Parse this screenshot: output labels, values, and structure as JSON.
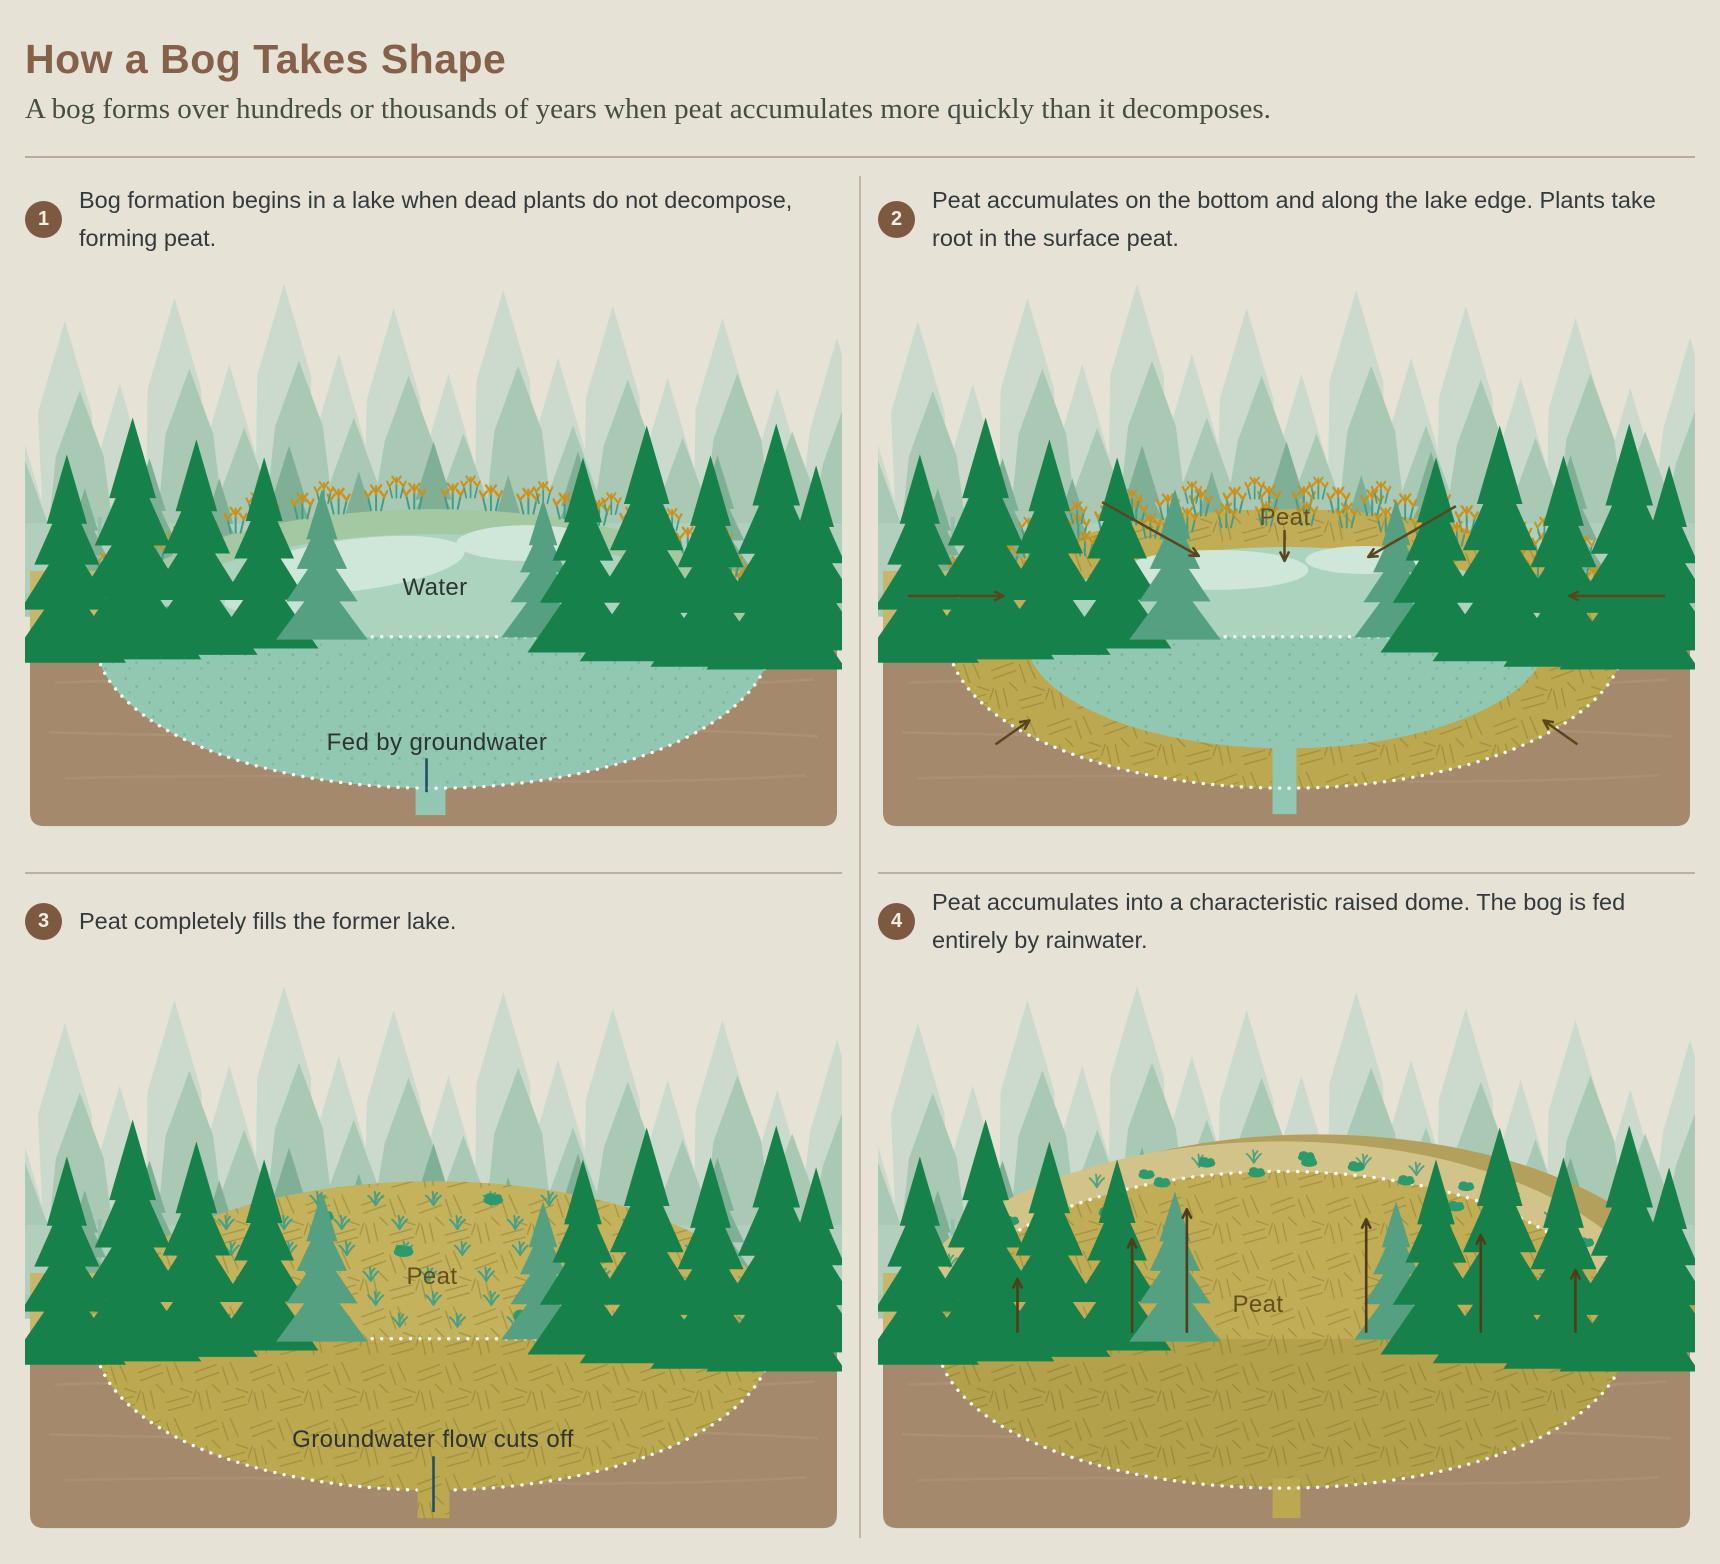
{
  "header": {
    "title": "How a Bog Takes Shape",
    "subtitle": "A bog forms over hundreds or thousands of years when peat accumulates more quickly than it decomposes."
  },
  "panels": [
    {
      "number": "1",
      "caption": "Bog formation begins in a lake when dead plants do not decompose, forming peat.",
      "labels": {
        "water": "Water",
        "fed_by": "Fed by groundwater"
      }
    },
    {
      "number": "2",
      "caption": "Peat accumulates on the bottom and along the lake edge. Plants take root in the surface peat.",
      "labels": {
        "peat": "Peat"
      }
    },
    {
      "number": "3",
      "caption": "Peat completely fills the former lake.",
      "labels": {
        "peat": "Peat",
        "groundwater": "Groundwater flow cuts off"
      }
    },
    {
      "number": "4",
      "caption": "Peat accumulates into a characteristic raised dome. The bog is fed entirely by rainwater.",
      "labels": {
        "peat": "Peat"
      }
    }
  ],
  "colors": {
    "title_brown": "#85604a",
    "badge_brown": "#7d5942",
    "background": "#e6e3d6",
    "peat_olive": "#c2ad57",
    "water_teal": "#abd3be",
    "earth_brown": "#a5896d",
    "forest_dark_green": "#17814b",
    "forest_mist_green": "#cbdacd",
    "bank_olive": "#c6b76c",
    "label_brown": "#63501f",
    "label_dark": "#2e3431",
    "arrow_brown": "#59451e",
    "dotted_outline": "#ffffff"
  }
}
